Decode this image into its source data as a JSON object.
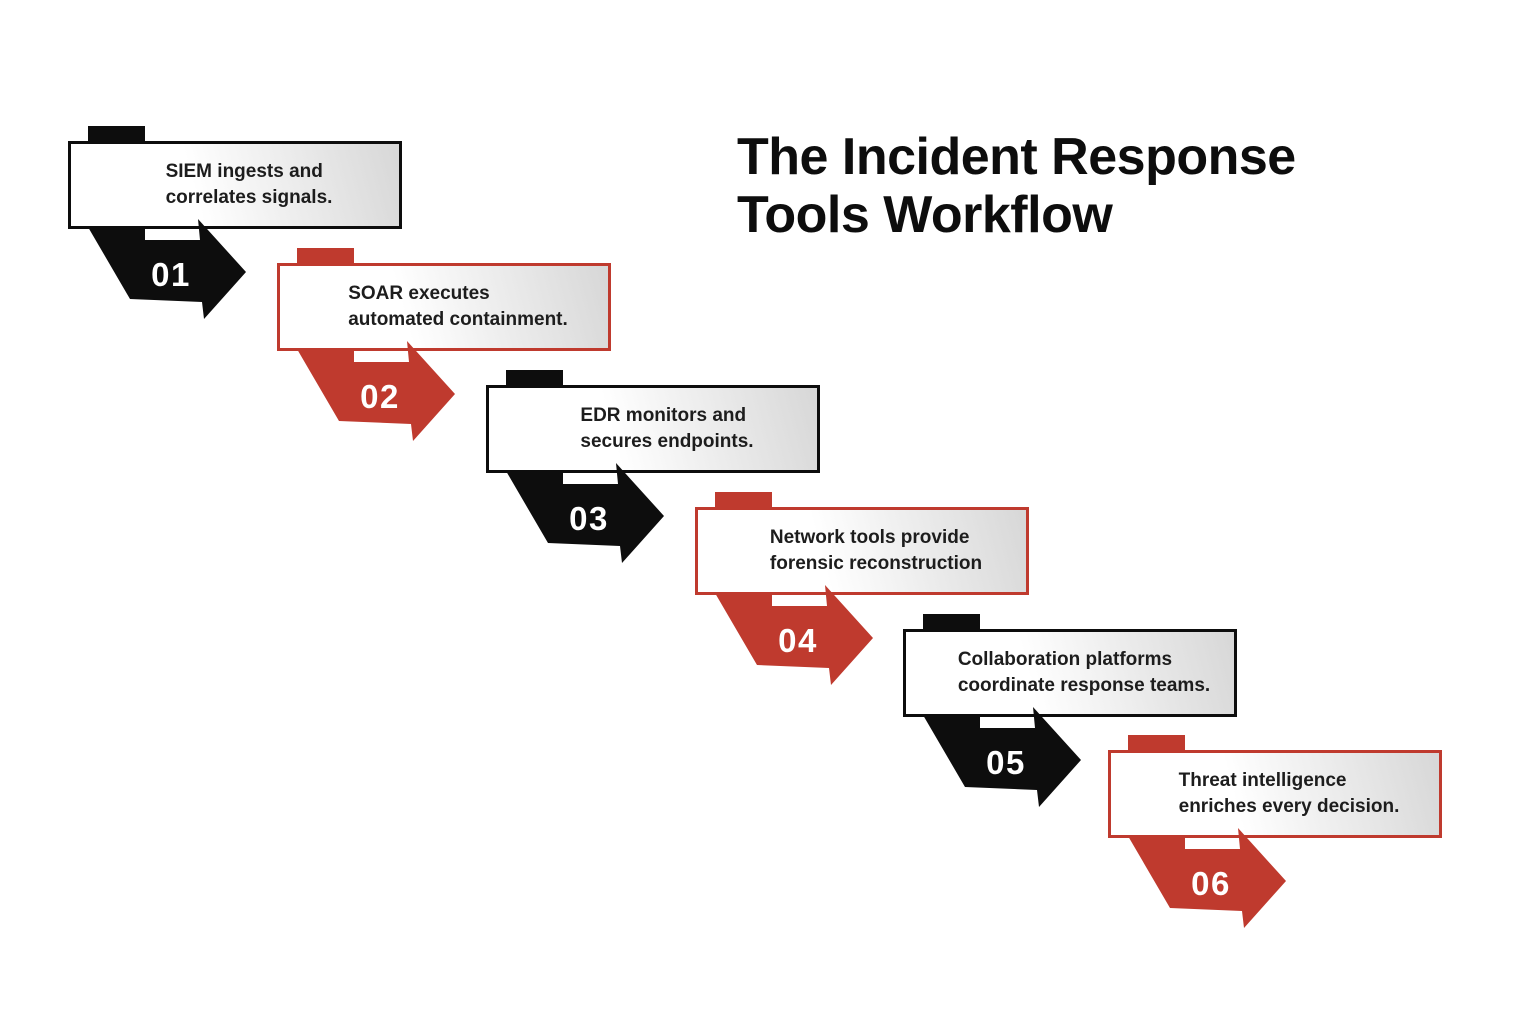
{
  "title": {
    "line1": "The Incident Response",
    "line2": "Tools Workflow"
  },
  "colors": {
    "black_step": "#0d0d0d",
    "red_step": "#bf3a2e",
    "box_gradient_start": "#ffffff",
    "box_gradient_end": "#d7d7d7",
    "body_text": "#1d1d1d",
    "number_text": "#ffffff",
    "background": "#ffffff"
  },
  "steps": [
    {
      "number": "01",
      "color": "black",
      "text_line1": "SIEM ingests and",
      "text_line2": "correlates signals."
    },
    {
      "number": "02",
      "color": "red",
      "text_line1": "SOAR executes",
      "text_line2": "automated containment."
    },
    {
      "number": "03",
      "color": "black",
      "text_line1": "EDR monitors and",
      "text_line2": "secures endpoints."
    },
    {
      "number": "04",
      "color": "red",
      "text_line1": "Network tools provide",
      "text_line2": "forensic reconstruction"
    },
    {
      "number": "05",
      "color": "black",
      "text_line1": "Collaboration platforms",
      "text_line2": "coordinate response teams."
    },
    {
      "number": "06",
      "color": "red",
      "text_line1": "Threat intelligence",
      "text_line2": "enriches every decision."
    }
  ]
}
